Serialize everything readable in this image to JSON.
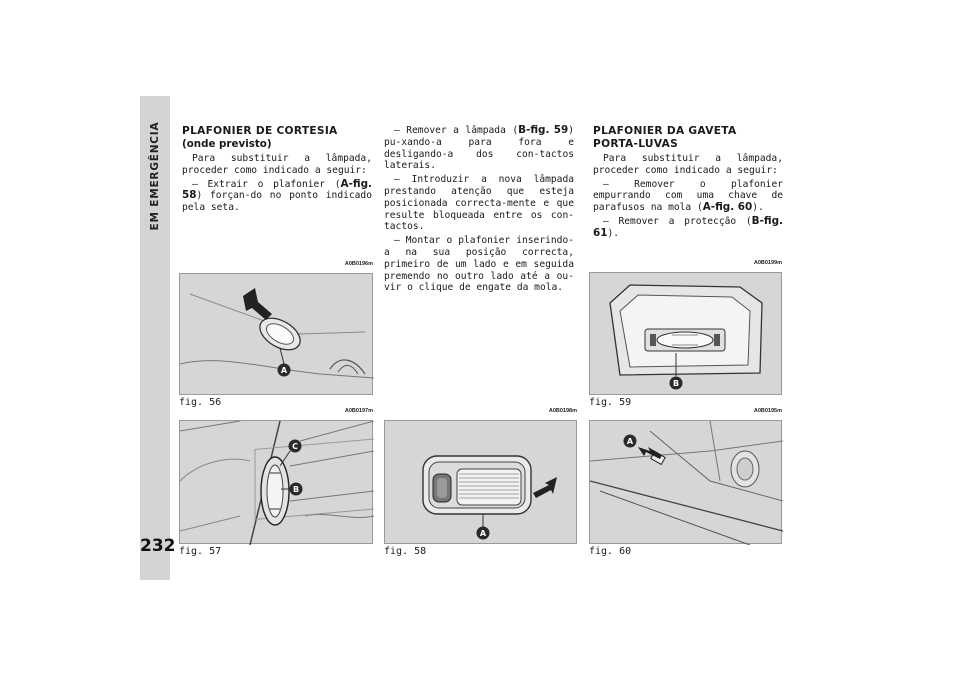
{
  "section_tab": "EM EMERGÊNCIA",
  "page_number": "232",
  "col1": {
    "title": "PLAFONIER DE CORTESIA",
    "subtitle": "(onde previsto)",
    "p1": "Para substituir a lâmpada, proceder como indicado a seguir:",
    "p2_pre": "– Extrair o plafonier (",
    "p2_ref": "A-fig. 58",
    "p2_post": ") forçan-do no ponto indicado pela seta."
  },
  "col2": {
    "p1_pre": "– Remover a lâmpada (",
    "p1_ref": "B-fig. 59",
    "p1_post": ") pu-xando-a para fora e desligando-a dos con-tactos laterais.",
    "p2": "– Introduzir a nova lâmpada prestando atenção que esteja posicionada correcta-mente e que resulte bloqueada entre os con-tactos.",
    "p3": "– Montar o plafonier inserindo-a na sua posição correcta, primeiro de um lado e em seguida premendo no outro lado até a ou-vir o clique de engate da mola."
  },
  "col3": {
    "title_line1": "PLAFONIER DA GAVETA",
    "title_line2": "PORTA-LUVAS",
    "p1": "Para substituir a lâmpada, proceder como indicado a seguir:",
    "p2_pre": "– Remover o plafonier empurrando com uma chave de parafusos na mola (",
    "p2_ref": "A-fig. 60",
    "p2_post": ").",
    "p3_pre": "– Remover a protecção (",
    "p3_ref": "B-fig. 61",
    "p3_post": ")."
  },
  "figures": {
    "fig56": {
      "code": "A0B0196m",
      "caption": "fig. 56",
      "markers": [
        "A"
      ]
    },
    "fig57": {
      "code": "A0B0197m",
      "caption": "fig. 57",
      "markers": [
        "C",
        "B"
      ]
    },
    "fig58": {
      "code": "A0B0198m",
      "caption": "fig. 58",
      "markers": [
        "A"
      ]
    },
    "fig59": {
      "code": "A0B0199m",
      "caption": "fig. 59",
      "markers": [
        "B"
      ]
    },
    "fig60": {
      "code": "A0B0195m",
      "caption": "fig. 60",
      "markers": [
        "A"
      ]
    }
  },
  "colors": {
    "band": "#d3d3d3",
    "figure_bg": "#d6d6d6",
    "marker": "#2a2a2a"
  }
}
